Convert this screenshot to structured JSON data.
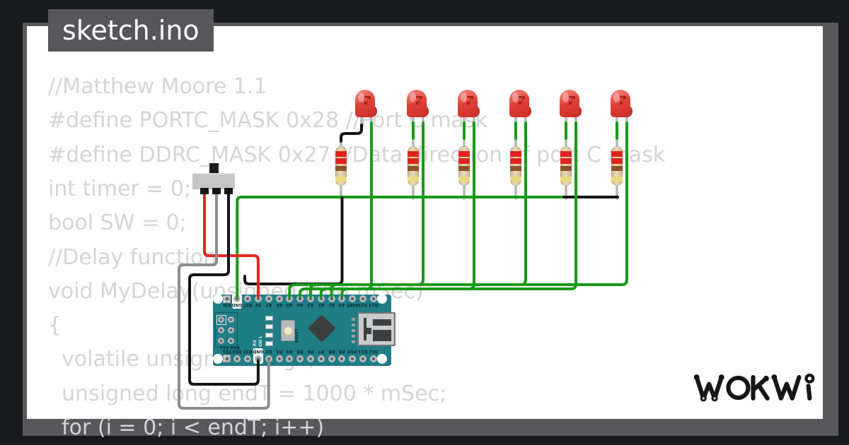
{
  "window": {
    "tab_title": "sketch.ino"
  },
  "code": {
    "lines": [
      "//Matthew Moore 1.1",
      "#define PORTC_MASK 0x28 //Port C mask",
      "#define DDRC_MASK 0x27 //Data direction of port C mask",
      "int timer = 0;",
      "bool SW = 0;",
      "//Delay function",
      "void MyDelay(unsigned long mSec)",
      "{",
      "  volatile unsigned long i;",
      "  unsigned long endT = 1000 * mSec;",
      "  for (i = 0; i < endT; i++)"
    ]
  },
  "branding": {
    "logo_text": "WOKWI"
  },
  "board": {
    "name": "Arduino Nano",
    "top_pins": [
      "VIN",
      "GND",
      "RST",
      "5V",
      "A7",
      "A6",
      "A5",
      "A4",
      "A3",
      "A2",
      "A1",
      "A0",
      "AREF",
      "3V3",
      "D13"
    ],
    "bottom_pins": [
      "TX1",
      "RX0",
      "RST",
      "GND",
      "D2",
      "D3",
      "D4",
      "D5",
      "D6",
      "D7",
      "D8",
      "D9",
      "D10",
      "D11",
      "D12"
    ],
    "silk": {
      "reset": "RESET",
      "rx_tx": "RX0 TX1",
      "on_l": "ON L",
      "tx_rx": "TX RX"
    }
  },
  "components": {
    "leds": {
      "count": 6,
      "color": "red"
    },
    "resistors": {
      "count": 6,
      "bands": [
        "red",
        "red",
        "brown",
        "gold"
      ]
    },
    "switch": {
      "type": "slide-switch",
      "pins": 3
    }
  },
  "colors": {
    "wire_green": "#189a18",
    "wire_red": "#e5271e",
    "wire_black": "#141414",
    "wire_gray": "#8d8d8d",
    "board_teal": "#1f7d86",
    "frame_gray": "#58585b",
    "code_text": "#d5d5d5"
  }
}
